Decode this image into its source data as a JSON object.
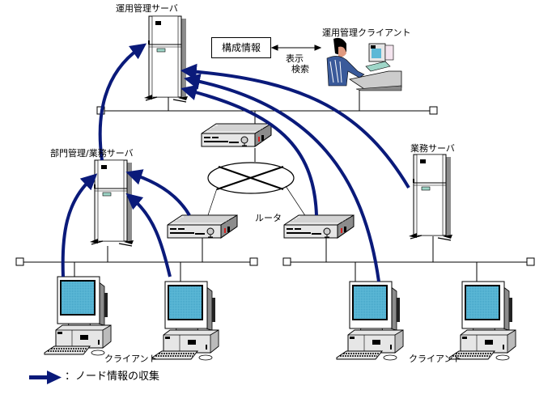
{
  "title": "ノード情報の収集 構成図",
  "colors": {
    "arrow": "#0a1a7a",
    "screen": "#5cb8d6",
    "device_body": "#e6e6e6",
    "device_shadow": "#8c8c8c",
    "line": "#000000",
    "router_led": "#d81e1e"
  },
  "nodes": {
    "main_server": {
      "label": "運用管理サーバ",
      "icon": "tower-server-icon"
    },
    "config_info": {
      "label": "構成情報"
    },
    "display_search": {
      "line1": "表示",
      "line2": "検索"
    },
    "admin_client": {
      "label": "運用管理クライアント",
      "icon": "operator-workstation-icon"
    },
    "dept_server": {
      "label": "部門管理/業務サーバ",
      "icon": "tower-server-icon"
    },
    "business_server": {
      "label": "業務サーバ",
      "icon": "tower-server-icon"
    },
    "routers": {
      "label": "ルータ",
      "count": 3,
      "icon": "router-icon"
    },
    "wan": {
      "icon": "wan-cloud-icon"
    },
    "clients_left": {
      "label": "クライアント",
      "count": 2,
      "icon": "desktop-pc-icon"
    },
    "clients_right": {
      "label": "クライアント",
      "count": 2,
      "icon": "desktop-pc-icon"
    }
  },
  "legend": {
    "icon": "arrow-right-icon",
    "label": "：ノード情報の収集"
  }
}
